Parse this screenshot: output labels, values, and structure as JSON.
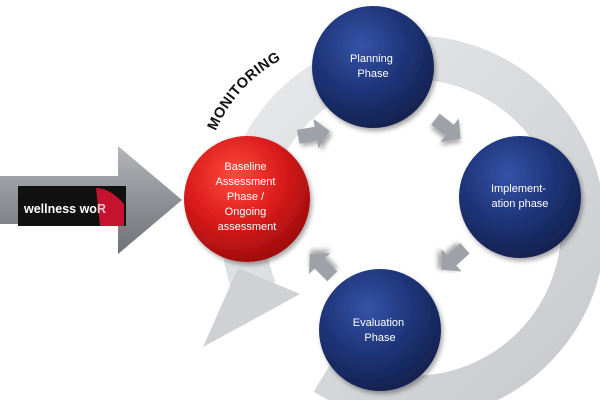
{
  "monitoring_label": "MONITORING",
  "logo": {
    "text_main": "wellness wo",
    "text_accent": "R"
  },
  "phases": {
    "baseline": {
      "lines": [
        "Baseline",
        "Assessment",
        "Phase /",
        "Ongoing",
        "assessment"
      ],
      "color": "#d41a1a"
    },
    "planning": {
      "lines": [
        "Planning",
        "Phase"
      ],
      "color": "#1b2f6e"
    },
    "implementation": {
      "lines": [
        "Implement-",
        "ation phase"
      ],
      "color": "#1b2f6e"
    },
    "evaluation": {
      "lines": [
        "Evaluation",
        "Phase"
      ],
      "color": "#1b2f6e"
    }
  },
  "colors": {
    "ring": "#d8d9dc",
    "cycle_arrow": "#9ea2a8",
    "input_arrow": "#8f9296",
    "logo_bg": "#111111",
    "logo_accent": "#c4122f"
  }
}
